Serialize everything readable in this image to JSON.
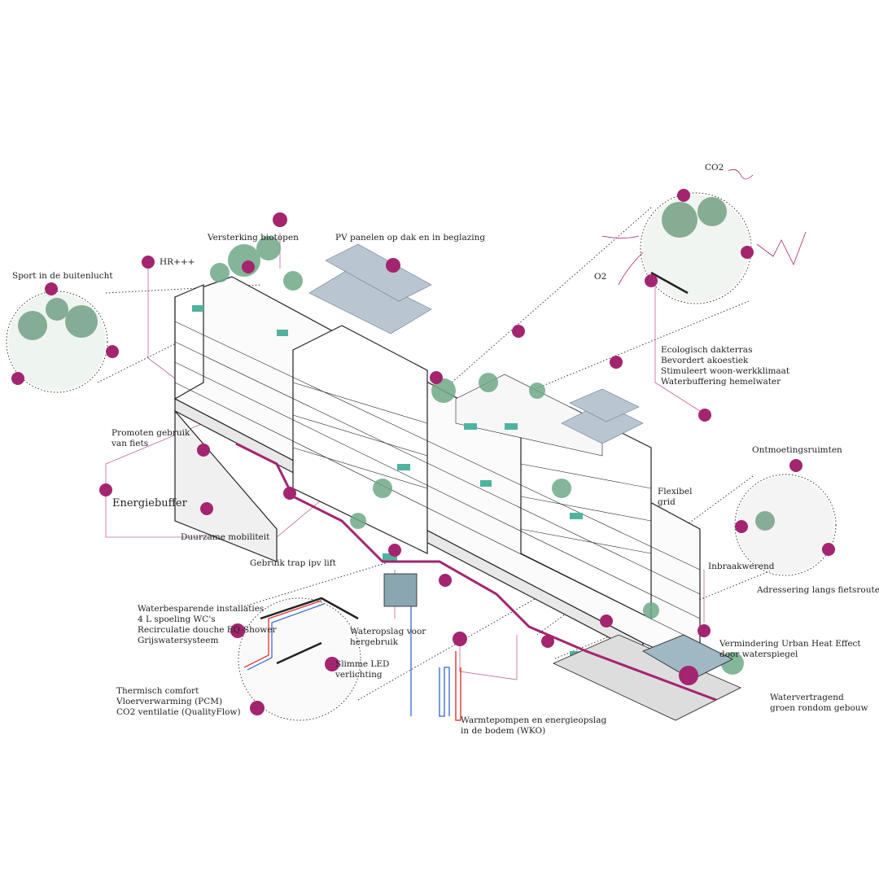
{
  "colors": {
    "accent": "#a3256f",
    "teal": "#4fb39f",
    "line": "#222222",
    "glass": "#b9c6d2"
  },
  "labels": {
    "sport": "Sport in de buitenlucht",
    "biotopen": "Versterking biotopen",
    "hr": "HR+++",
    "pv": "PV panelen op dak en in beglazing",
    "co2": "CO2",
    "o2": "O2",
    "dakterras": [
      "Ecologisch dakterras",
      "Bevordert akoestiek",
      "Stimuleert woon-werkklimaat",
      "Waterbuffering hemelwater"
    ],
    "fiets": [
      "Promoten gebruik",
      "van fiets"
    ],
    "energiebuffer": "Energiebuffer",
    "mobiliteit": "Duurzame mobiliteit",
    "trap": "Gebruik trap ipv lift",
    "waterbesparend": [
      "Waterbesparende installaties",
      "4 L spoeling WC's",
      "Recirculatie douche EQ-Shower",
      "Grijswatersysteem"
    ],
    "wateropslag": [
      "Wateropslag voor",
      "hergebruik"
    ],
    "led": [
      "Slimme LED",
      "verlichting"
    ],
    "thermisch": [
      "Thermisch comfort",
      "Vloerverwarming (PCM)",
      "CO2 ventilatie (QualityFlow)"
    ],
    "wko": [
      "Warmtepompen en energieopslag",
      "in de bodem (WKO)"
    ],
    "grid": [
      "Flexibel",
      "grid"
    ],
    "ontmoeting": "Ontmoetingsruimten",
    "inbraak": "Inbraakwerend",
    "adressering": "Adressering langs fietsroute",
    "heat": [
      "Vermindering Urban Heat Effect",
      "door waterspiegel"
    ],
    "groen": [
      "Watervertragend",
      "groen rondom gebouw"
    ]
  }
}
